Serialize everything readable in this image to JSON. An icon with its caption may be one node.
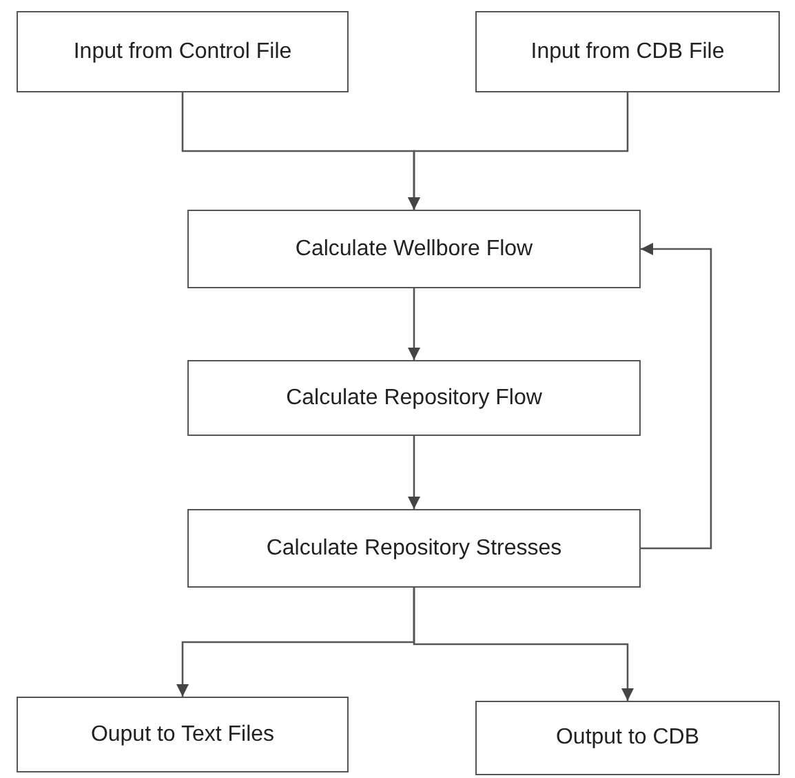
{
  "diagram": {
    "nodes": [
      {
        "text": [
          "Input from Control File"
        ]
      },
      {
        "text": [
          "Input from CDB File"
        ]
      },
      {
        "text": [
          "Calculate Wellbore Flow"
        ]
      },
      {
        "text": [
          "Calculate Repository Flow"
        ]
      },
      {
        "text": [
          "Calculate Repository Stresses"
        ]
      },
      {
        "text": [
          "Ouput to Text Files"
        ]
      },
      {
        "text": [
          "Output to CDB"
        ]
      }
    ],
    "edges": [
      {
        "from": 0,
        "to": 2,
        "arrow": "to"
      },
      {
        "from": 1,
        "to": 2,
        "arrow": "to"
      },
      {
        "from": 2,
        "to": 3,
        "arrow": "to"
      },
      {
        "from": 3,
        "to": 4,
        "arrow": "to"
      },
      {
        "from": 4,
        "to": 2,
        "arrow": "to"
      },
      {
        "from": 4,
        "to": 5,
        "arrow": "to"
      },
      {
        "from": 4,
        "to": 6,
        "arrow": "to"
      }
    ]
  }
}
